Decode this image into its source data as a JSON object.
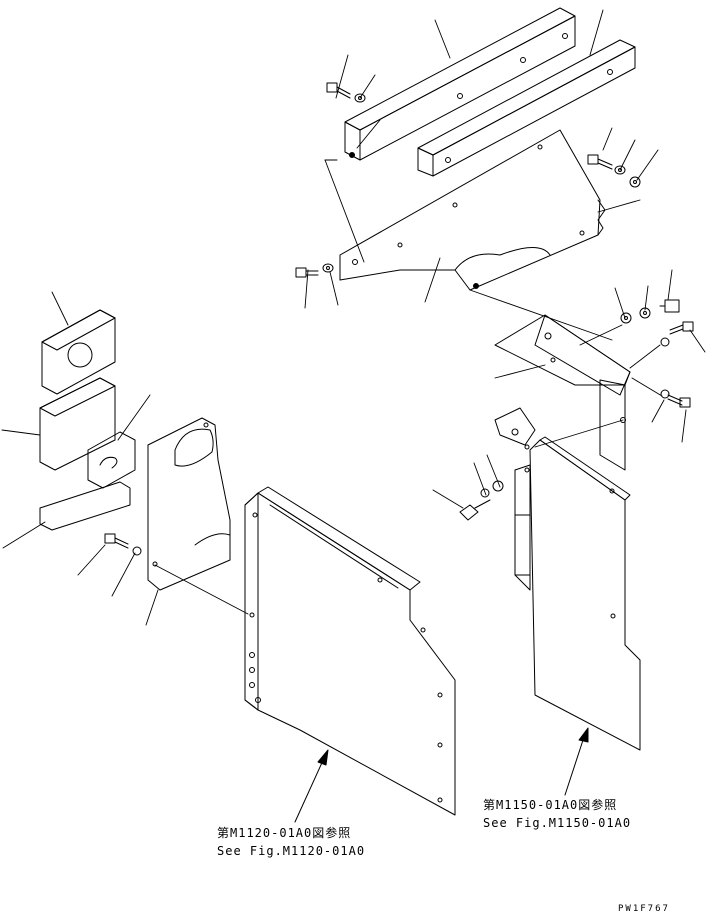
{
  "references": {
    "left": {
      "japanese": "第M1120-01A0図参照",
      "english": "See Fig.M1120-01A0"
    },
    "right": {
      "japanese": "第M1150-01A0図参照",
      "english": "See Fig.M1150-01A0"
    }
  },
  "drawing_id": "PW1F767",
  "colors": {
    "line": "#000000",
    "background": "#ffffff"
  }
}
